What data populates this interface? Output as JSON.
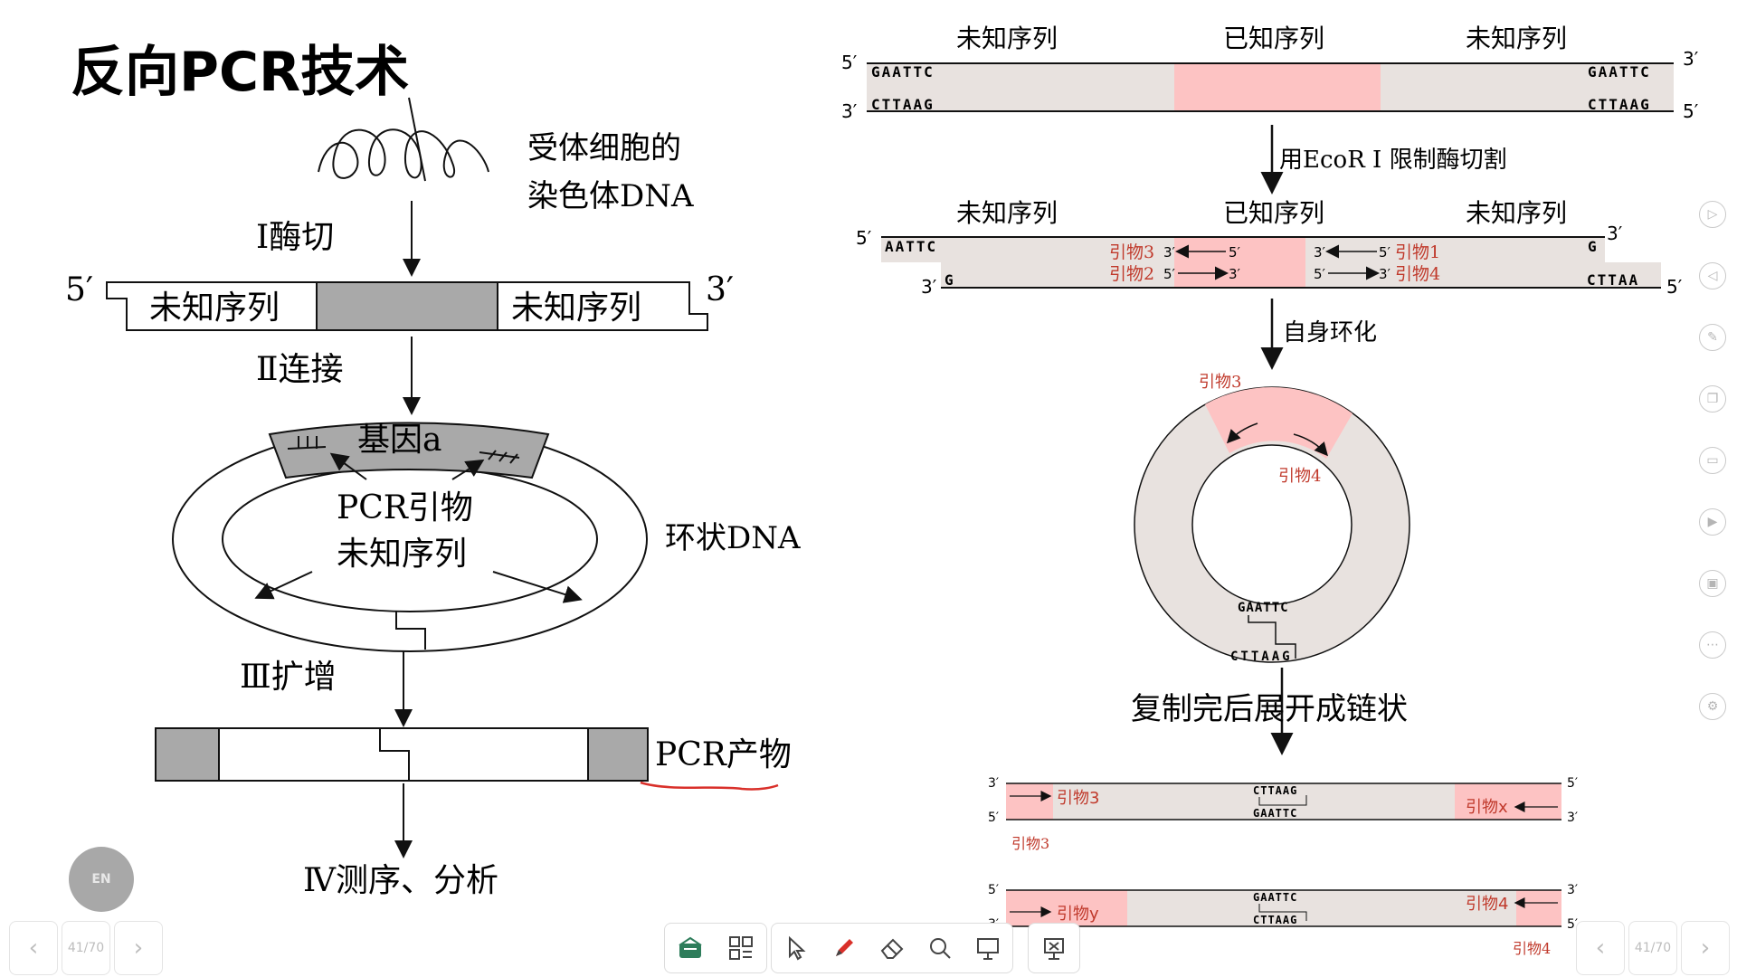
{
  "slide": {
    "title": "反向PCR技术",
    "left": {
      "chromosome_label_line1": "受体细胞的",
      "chromosome_label_line2": "染色体DNA",
      "step1": "Ⅰ酶切",
      "end5": "5′",
      "end3": "3′",
      "unknown_left": "未知序列",
      "unknown_right": "未知序列",
      "step2": "Ⅱ连接",
      "gene": "基因a",
      "primer_label": "PCR引物",
      "unknown_inner": "未知序列",
      "circular_label": "环状DNA",
      "step3": "Ⅲ扩增",
      "pcr_product": "PCR产物",
      "step4": "Ⅳ测序、分析"
    },
    "right": {
      "top_labels": [
        "未知序列",
        "已知序列",
        "未知序列"
      ],
      "top_5": "5′",
      "top_3": "3′",
      "top_seq_tl": "GAATTC",
      "top_seq_tr": "GAATTC",
      "top_seq_bl": "CTTAAG",
      "top_seq_br": "CTTAAG",
      "top_b3": "3′",
      "top_b5": "5′",
      "cut_label": "用EcoR Ⅰ 限制酶切割",
      "mid_labels": [
        "未知序列",
        "已知序列",
        "未知序列"
      ],
      "mid_5": "5′",
      "mid_3": "3′",
      "mid_b3": "3′",
      "mid_b5": "5′",
      "mid_seq_tl": "AATTC",
      "mid_seq_tr": "G",
      "mid_seq_bl": "G",
      "mid_seq_br": "CTTAA",
      "primer3": "引物3",
      "primer2": "引物2",
      "primer1": "引物1",
      "primer4": "引物4",
      "p_end_3": "3′",
      "p_end_5": "5′",
      "circ_label": "自身环化",
      "ring_primer3": "引物3",
      "ring_primer4": "引物4",
      "ring_seq_top": "GAATTC",
      "ring_seq_bottom": "CTTAAG",
      "unfold_label": "复制完后展开成链状",
      "lin1_primer3": "引物3",
      "lin1_primer3_below": "引物3",
      "lin1_primerx": "引物x",
      "lin1_seq_top": "CTTAAG",
      "lin1_seq_bottom": "GAATTC",
      "lin2_primery": "引物y",
      "lin2_primer4": "引物4",
      "lin2_primer4_below": "引物4",
      "lin2_seq_top": "GAATTC",
      "lin2_seq_bottom": "CTTAAG",
      "end_3": "3′",
      "end_5": "5′"
    }
  },
  "ui": {
    "page_indicator_left": "41/70",
    "page_indicator_right": "41/70",
    "lang_badge": "EN",
    "side_tools": [
      "play-icon",
      "back-icon",
      "pen-off-icon",
      "copy-icon",
      "keyboard-icon",
      "video-icon",
      "screen-icon",
      "more-icon",
      "settings-icon"
    ],
    "toolbar": [
      "whiteboard-icon",
      "grid-icon",
      "pointer-icon",
      "pen-icon",
      "eraser-icon",
      "search-icon",
      "presenter-icon",
      "exit-icon"
    ]
  },
  "colors": {
    "pink": "#fdc3c3",
    "beige": "#e8e2df",
    "gray_block": "#a9a9a9",
    "red_text": "#c0392b",
    "red_underline": "#d9302a"
  }
}
